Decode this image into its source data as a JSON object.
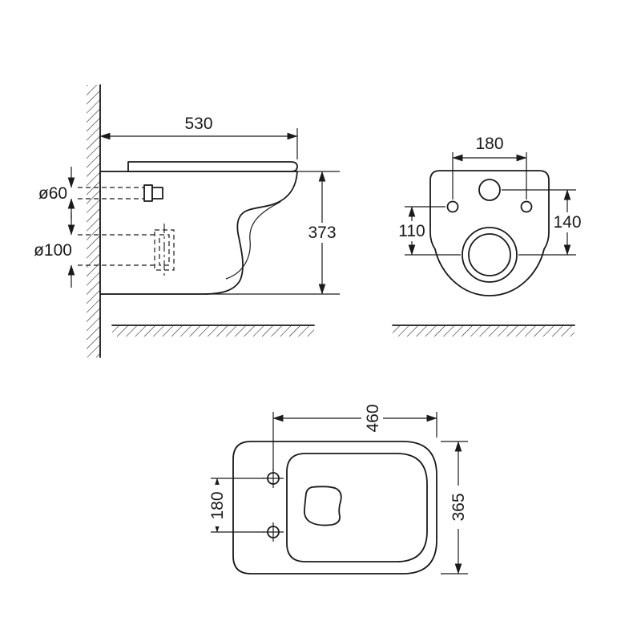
{
  "drawing": {
    "line_color": "#1a1a1a",
    "background_color": "#ffffff"
  },
  "side_view": {
    "width_label": "530",
    "height_label": "373",
    "inlet_diameter_label": "ø60",
    "outlet_diameter_label": "ø100"
  },
  "front_view": {
    "hole_spacing_label": "180",
    "hole_to_drain_label": "110",
    "inlet_to_drain_label": "140"
  },
  "top_view": {
    "length_label": "460",
    "width_label": "365",
    "hole_spacing_label": "180"
  }
}
